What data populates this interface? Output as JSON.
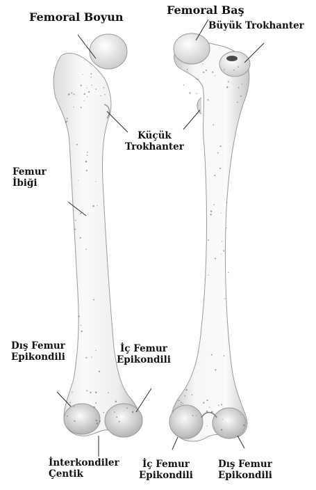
{
  "colors": {
    "bone_light": "#f4f4f4",
    "bone_shadow": "#b9b9b9",
    "leader": "#2a2a2a",
    "text": "#111111"
  },
  "labels": {
    "femoral_neck": "Femoral Boyun",
    "femoral_head": "Femoral Baş",
    "greater_trochanter": "Büyük Trokhanter",
    "lesser_trochanter": [
      "Küçük",
      "Trokhanter"
    ],
    "linea_aspera": [
      "Femur",
      "İbiği"
    ],
    "lateral_epicondyle_left": [
      "Dış Femur",
      "Epikondili"
    ],
    "medial_epicondyle_left": [
      "İç Femur",
      "Epikondili"
    ],
    "intercondylar_notch": [
      "İnterkondiler",
      "Çentik"
    ],
    "medial_epicondyle_right": [
      "İç Femur",
      "Epikondili"
    ],
    "lateral_epicondyle_right": [
      "Dış Femur",
      "Epikondili"
    ]
  }
}
